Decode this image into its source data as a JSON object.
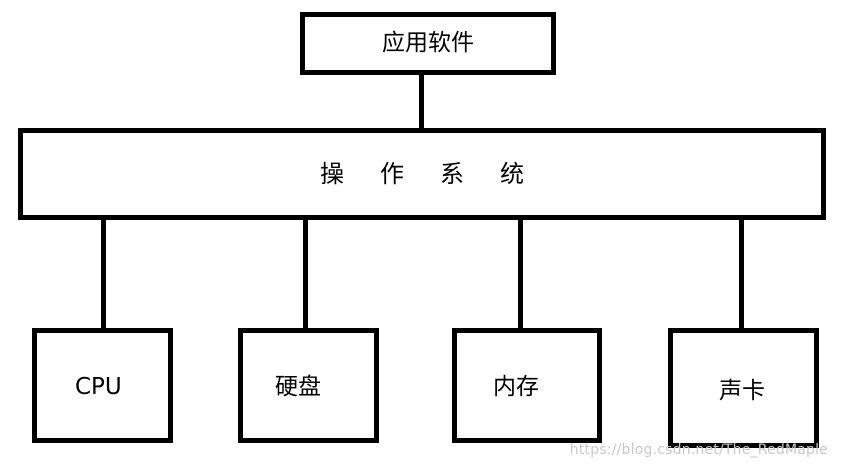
{
  "diagram": {
    "top": {
      "label": "应用软件"
    },
    "middle": {
      "label": "操作系统"
    },
    "hardware": [
      {
        "label": "CPU"
      },
      {
        "label": "硬盘"
      },
      {
        "label": "内存"
      },
      {
        "label": "声卡"
      }
    ]
  },
  "watermark": "https://blog.csdn.net/The_RedMaple"
}
